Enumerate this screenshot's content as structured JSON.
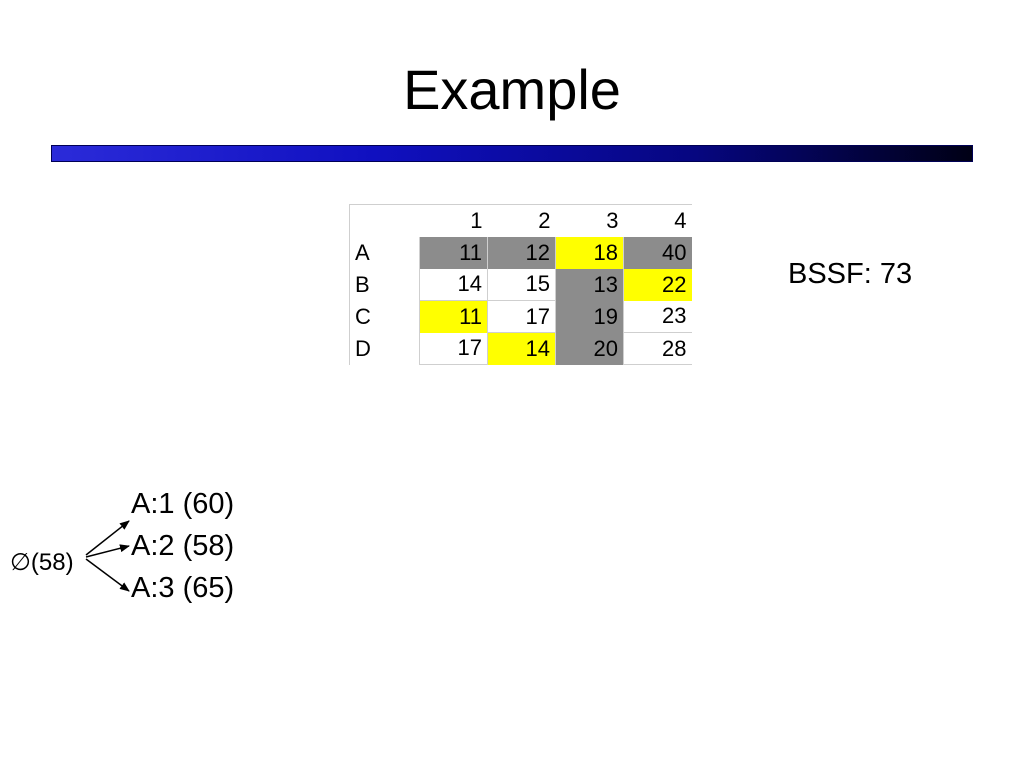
{
  "slide": {
    "title": "Example"
  },
  "matrix": {
    "columns": [
      "1",
      "2",
      "3",
      "4"
    ],
    "rows": [
      {
        "label": "A",
        "cells": [
          {
            "value": "11",
            "fill": "gray"
          },
          {
            "value": "12",
            "fill": "gray"
          },
          {
            "value": "18",
            "fill": "yellow"
          },
          {
            "value": "40",
            "fill": "gray"
          }
        ]
      },
      {
        "label": "B",
        "cells": [
          {
            "value": "14",
            "fill": "none"
          },
          {
            "value": "15",
            "fill": "none"
          },
          {
            "value": "13",
            "fill": "gray"
          },
          {
            "value": "22",
            "fill": "yellow"
          }
        ]
      },
      {
        "label": "C",
        "cells": [
          {
            "value": "11",
            "fill": "yellow"
          },
          {
            "value": "17",
            "fill": "none"
          },
          {
            "value": "19",
            "fill": "gray"
          },
          {
            "value": "23",
            "fill": "none"
          }
        ]
      },
      {
        "label": "D",
        "cells": [
          {
            "value": "17",
            "fill": "none"
          },
          {
            "value": "14",
            "fill": "yellow"
          },
          {
            "value": "20",
            "fill": "gray"
          },
          {
            "value": "28",
            "fill": "none"
          }
        ]
      }
    ],
    "colors": {
      "gray": "#8c8c8c",
      "yellow": "#ffff00"
    }
  },
  "bssf": {
    "label": "BSSF:",
    "value": "73"
  },
  "tree": {
    "root": "∅(58)",
    "children": [
      "A:1 (60)",
      "A:2 (58)",
      "A:3 (65)"
    ]
  }
}
